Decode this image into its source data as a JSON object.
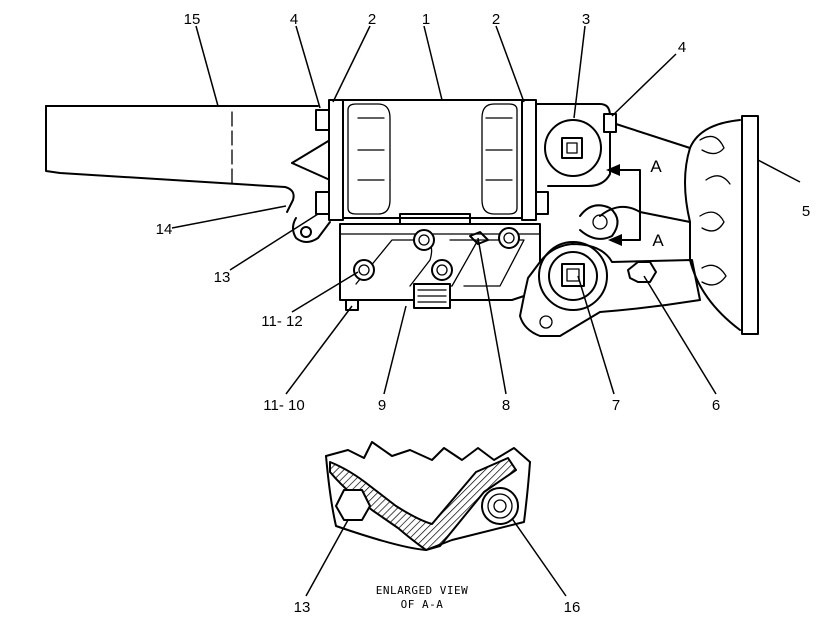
{
  "callouts": {
    "c15": "15",
    "c4_left": "4",
    "c2_left": "2",
    "c1": "1",
    "c2_right": "2",
    "c3": "3",
    "c4_right": "4",
    "c5": "5",
    "c14": "14",
    "c13_top": "13",
    "c11_12": "11- 12",
    "c11_10": "11- 10",
    "c9": "9",
    "c8": "8",
    "c7": "7",
    "c6": "6",
    "c13_bottom": "13",
    "c16": "16"
  },
  "section_marks": {
    "top": "A",
    "bottom": "A"
  },
  "enlarged_view": {
    "line1": "ENLARGED VIEW",
    "line2": "OF A-A"
  }
}
